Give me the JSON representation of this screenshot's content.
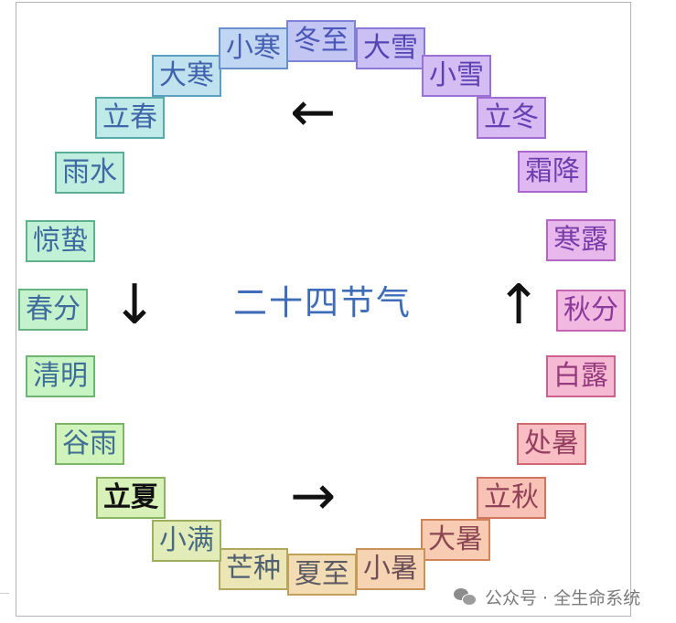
{
  "title": "二十四节气",
  "title_color": "#3f6cb8",
  "terms": [
    {
      "id": "dongzhi",
      "label": "冬至",
      "bg": "#c3c6f3",
      "border": "#7d84d8",
      "color": "#4a57b8"
    },
    {
      "id": "daxue",
      "label": "大雪",
      "bg": "#cbc0f3",
      "border": "#8b79d8",
      "color": "#5344b4"
    },
    {
      "id": "xiaoxue",
      "label": "小雪",
      "bg": "#d3bdf3",
      "border": "#9a72d6",
      "color": "#5d3fb2"
    },
    {
      "id": "lidong",
      "label": "立冬",
      "bg": "#d8baf3",
      "border": "#a06cd4",
      "color": "#6540b4"
    },
    {
      "id": "shuangjiang",
      "label": "霜降",
      "bg": "#e0b8f1",
      "border": "#a866ce",
      "color": "#6e3eae"
    },
    {
      "id": "hanlu",
      "label": "寒露",
      "bg": "#e8b8ed",
      "border": "#b466c4",
      "color": "#7a3ca8"
    },
    {
      "id": "qiufen",
      "label": "秋分",
      "bg": "#f1b8e2",
      "border": "#c664b0",
      "color": "#8c3a9c"
    },
    {
      "id": "bailu",
      "label": "白露",
      "bg": "#f6b9d3",
      "border": "#cc6090",
      "color": "#953a7c"
    },
    {
      "id": "chushu",
      "label": "处暑",
      "bg": "#f8bec3",
      "border": "#d06a72",
      "color": "#963e62"
    },
    {
      "id": "liqiu",
      "label": "立秋",
      "bg": "#f8c3b6",
      "border": "#d27560",
      "color": "#914056"
    },
    {
      "id": "dashu",
      "label": "大暑",
      "bg": "#f8ccb3",
      "border": "#d08458",
      "color": "#8c4552"
    },
    {
      "id": "xiaoshu",
      "label": "小暑",
      "bg": "#f6d4b3",
      "border": "#c89358",
      "color": "#6e4f58"
    },
    {
      "id": "xiazhi",
      "label": "夏至",
      "bg": "#f3dcb3",
      "border": "#c2a05a",
      "color": "#5c5a62"
    },
    {
      "id": "mangzhong",
      "label": "芒种",
      "bg": "#ece5b5",
      "border": "#b0a85c",
      "color": "#4f6070"
    },
    {
      "id": "xiaoman",
      "label": "小满",
      "bg": "#e2ecb8",
      "border": "#9eb060",
      "color": "#466a80"
    },
    {
      "id": "lixia",
      "label": "立夏",
      "bg": "#d8f1b8",
      "border": "#8cb460",
      "color": "#111111",
      "bold": true
    },
    {
      "id": "guyu",
      "label": "谷雨",
      "bg": "#d0f3bc",
      "border": "#7cb468",
      "color": "#3f7090"
    },
    {
      "id": "qingming",
      "label": "清明",
      "bg": "#c8f3c3",
      "border": "#70b474",
      "color": "#3f6e98"
    },
    {
      "id": "chunfen",
      "label": "春分",
      "bg": "#c3f2cc",
      "border": "#66b480",
      "color": "#3f6c9c"
    },
    {
      "id": "jingzhe",
      "label": "惊蛰",
      "bg": "#c0f0d6",
      "border": "#5eb28c",
      "color": "#3f6aa0"
    },
    {
      "id": "yushui",
      "label": "雨水",
      "bg": "#bfeedf",
      "border": "#5aae98",
      "color": "#3f68a4"
    },
    {
      "id": "lichun",
      "label": "立春",
      "bg": "#bfeae8",
      "border": "#58aaa8",
      "color": "#3f66a8"
    },
    {
      "id": "dahan",
      "label": "大寒",
      "bg": "#c0e2ef",
      "border": "#5a9ec0",
      "color": "#4062ac"
    },
    {
      "id": "xiaohan",
      "label": "小寒",
      "bg": "#c1d6f2",
      "border": "#6890cc",
      "color": "#445eb2"
    }
  ],
  "arrows": {
    "top": "←",
    "left": "↓",
    "bottom": "→",
    "right": "↑"
  },
  "watermark": {
    "text": "公众号 · 全生命系统",
    "icon": "wechat-icon"
  }
}
